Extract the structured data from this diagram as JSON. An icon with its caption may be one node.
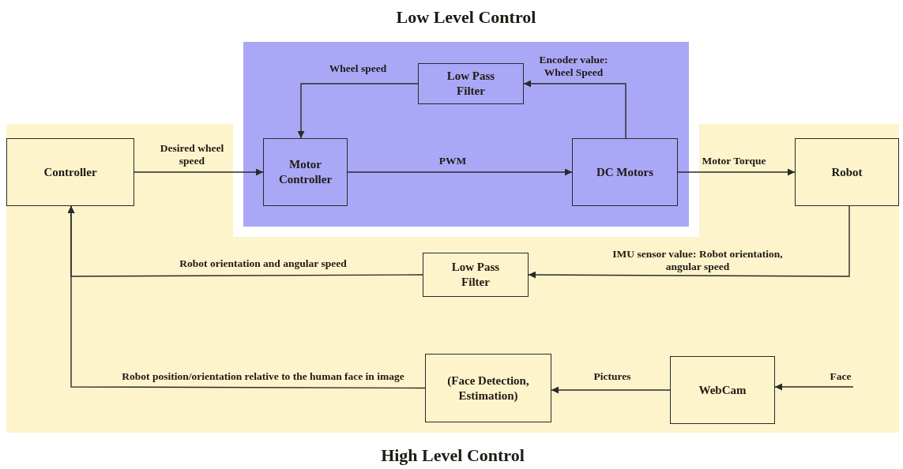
{
  "diagram": {
    "nodes": [
      {
        "text": [
          "High Level Control"
        ]
      },
      {
        "text": [
          "Low Level Control"
        ]
      },
      {
        "text": [
          "Low Pass Filter"
        ],
        "in": 1
      },
      {
        "text": [
          "Motor Controller"
        ]
      },
      {
        "text": [
          "DC Motors"
        ]
      },
      {
        "text": [
          "Controller"
        ],
        "in": 0
      },
      {
        "text": [
          "Robot"
        ],
        "in": 0
      },
      {
        "text": [
          "Low Pass Filter"
        ],
        "in": 0
      },
      {
        "text": [
          "(Face Detection, Estimation)"
        ],
        "in": 0
      },
      {
        "text": [
          "WebCam"
        ],
        "in": 0
      }
    ],
    "edges": [
      {
        "from": 5,
        "to": 3,
        "arrow": "to",
        "label": "Desired wheel speed"
      },
      {
        "from": 3,
        "to": 4,
        "arrow": "to",
        "label": "PWM"
      },
      {
        "from": 4,
        "to": 2,
        "arrow": "to",
        "label": "Encoder value: Wheel Speed"
      },
      {
        "from": 2,
        "to": 3,
        "arrow": "to",
        "label": "Wheel speed"
      },
      {
        "from": 4,
        "to": 6,
        "arrow": "to",
        "label": "Motor Torque"
      },
      {
        "from": 6,
        "to": 7,
        "arrow": "to",
        "label": "IMU sensor value: Robot orientation, angular speed"
      },
      {
        "from": 7,
        "to": 5,
        "arrow": "to",
        "label": "Robot orientation and angular speed"
      },
      {
        "from": 9,
        "to": 8,
        "arrow": "to",
        "label": "Pictures"
      },
      {
        "from": 8,
        "to": 5,
        "arrow": "to",
        "label": "Robot position/orientation relative to the human face in image"
      },
      {
        "from": null,
        "to": 9,
        "arrow": "to",
        "label": "Face"
      }
    ]
  }
}
